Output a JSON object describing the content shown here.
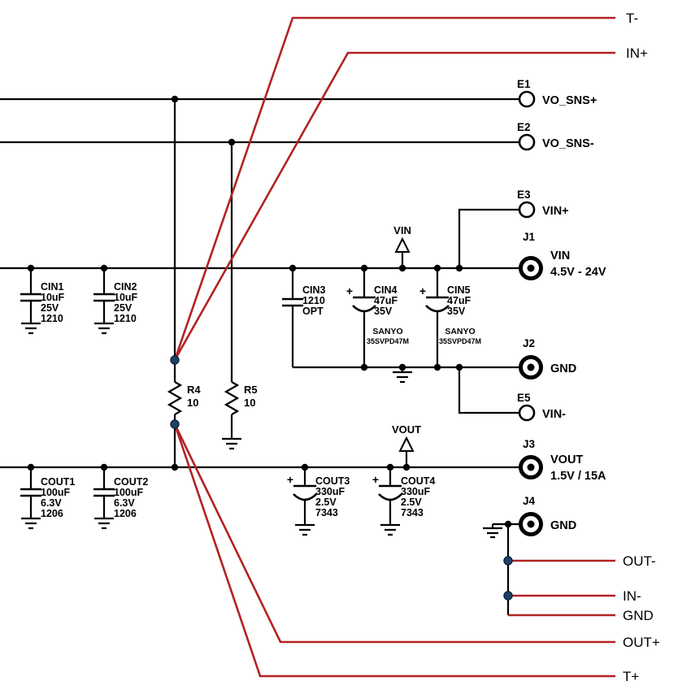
{
  "colors": {
    "wire": "#000000",
    "probe_wire": "#b22222",
    "probe_dot": "#1e4066",
    "background": "#ffffff"
  },
  "probe_labels": {
    "t_minus": "T-",
    "in_plus": "IN+",
    "out_minus": "OUT-",
    "in_minus": "IN-",
    "gnd": "GND",
    "out_plus": "OUT+",
    "t_plus": "T+"
  },
  "net_flags": {
    "vin": "VIN",
    "vout": "VOUT"
  },
  "terminals": {
    "e1": {
      "ref": "E1",
      "name": "VO_SNS+"
    },
    "e2": {
      "ref": "E2",
      "name": "VO_SNS-"
    },
    "e3": {
      "ref": "E3",
      "name": "VIN+"
    },
    "j1": {
      "ref": "J1",
      "name": "VIN",
      "detail": "4.5V - 24V"
    },
    "j2": {
      "ref": "J2",
      "name": "GND"
    },
    "e5": {
      "ref": "E5",
      "name": "VIN-"
    },
    "j3": {
      "ref": "J3",
      "name": "VOUT",
      "detail": "1.5V / 15A"
    },
    "j4": {
      "ref": "J4",
      "name": "GND"
    }
  },
  "resistors": {
    "r4": {
      "ref": "R4",
      "value": "10"
    },
    "r5": {
      "ref": "R5",
      "value": "10"
    }
  },
  "capacitors": {
    "cin1": {
      "ref": "CIN1",
      "lines": [
        "10uF",
        "25V",
        "1210"
      ]
    },
    "cin2": {
      "ref": "CIN2",
      "lines": [
        "10uF",
        "25V",
        "1210"
      ]
    },
    "cin3": {
      "ref": "CIN3",
      "lines": [
        "1210",
        "OPT"
      ]
    },
    "cin4": {
      "ref": "CIN4",
      "lines": [
        "47uF",
        "35V"
      ],
      "polarity": "+",
      "mfr": "SANYO",
      "part": "35SVPD47M"
    },
    "cin5": {
      "ref": "CIN5",
      "lines": [
        "47uF",
        "35V"
      ],
      "polarity": "+",
      "mfr": "SANYO",
      "part": "35SVPD47M"
    },
    "cout1": {
      "ref": "COUT1",
      "lines": [
        "100uF",
        "6.3V",
        "1206"
      ]
    },
    "cout2": {
      "ref": "COUT2",
      "lines": [
        "100uF",
        "6.3V",
        "1206"
      ]
    },
    "cout3": {
      "ref": "COUT3",
      "lines": [
        "330uF",
        "2.5V",
        "7343"
      ],
      "polarity": "+"
    },
    "cout4": {
      "ref": "COUT4",
      "lines": [
        "330uF",
        "2.5V",
        "7343"
      ],
      "polarity": "+"
    }
  }
}
